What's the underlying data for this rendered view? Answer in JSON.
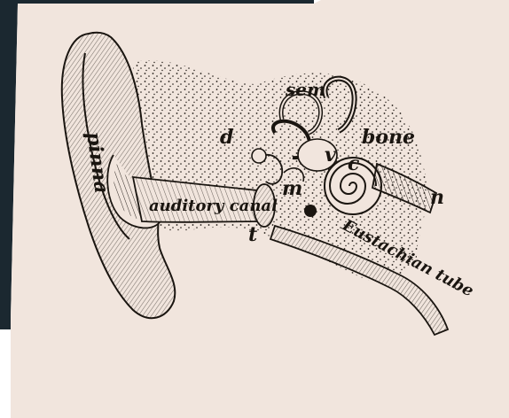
{
  "colors": {
    "paper": "#f1e5dd",
    "ink": "#1a1510",
    "backing": "#1b2830"
  },
  "labels": {
    "pinna": "pinna",
    "auditory_canal": "auditory canal",
    "eustachian_tube": "Eustachian tube",
    "sem": "sem",
    "bone": "bone",
    "d": "d",
    "v": "v",
    "c": "c",
    "m": "m",
    "n": "n",
    "t": "t"
  }
}
